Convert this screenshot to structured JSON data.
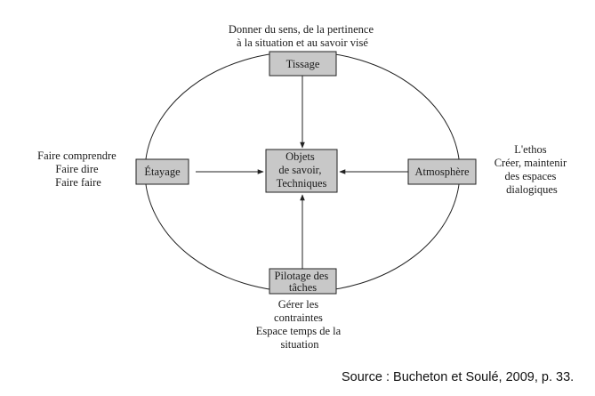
{
  "nodes": {
    "tissage": {
      "label": [
        "Tissage"
      ]
    },
    "etayage": {
      "label": [
        "Étayage"
      ]
    },
    "atmosphere": {
      "label": [
        "Atmosphère"
      ]
    },
    "pilotage": {
      "label": [
        "Pilotage des",
        "tâches"
      ]
    },
    "center": {
      "label": [
        "Objets",
        "de savoir,",
        "Techniques"
      ]
    }
  },
  "annotations": {
    "tissage": [
      "Donner du sens, de la pertinence",
      "à la situation et au savoir visé"
    ],
    "etayage": [
      "Faire comprendre",
      "Faire dire",
      "Faire faire"
    ],
    "atmosphere": [
      "L'ethos",
      "Créer, maintenir",
      "des espaces",
      "dialogiques"
    ],
    "pilotage": [
      "Gérer les",
      "contraintes",
      "Espace temps de la",
      "situation"
    ]
  },
  "colors": {
    "box_fill": "#c8c8c8",
    "stroke": "#222222"
  },
  "source": "Source : Bucheton et Soulé, 2009, p. 33."
}
